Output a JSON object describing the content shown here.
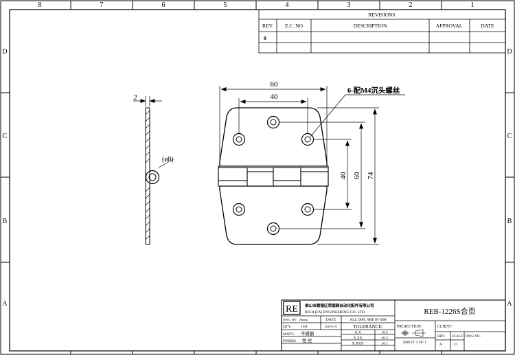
{
  "border": {
    "columns": [
      "8",
      "7",
      "6",
      "5",
      "4",
      "3",
      "2",
      "1"
    ],
    "rows": [
      "D",
      "C",
      "B",
      "A"
    ]
  },
  "revisions": {
    "title": "REVISIONS",
    "headers": {
      "rev": "REV.",
      "ec_no": "E.C. NO",
      "description": "DESCRIPTION",
      "approval": "APPROVAL",
      "date": "DATE"
    },
    "rows": [
      {
        "rev": "0"
      }
    ]
  },
  "drawing": {
    "dims": {
      "width_60": "60",
      "width_40": "40",
      "height_40": "40",
      "height_60": "60",
      "height_74": "74",
      "thickness": "2",
      "pin_dia": "(ø8)"
    },
    "screw_note": "6-配M4沉头螺丝"
  },
  "title_block": {
    "logo": "RE",
    "company_cn": "佛山市顺德区荣德雅自动化配件有限公司",
    "company_en": "RICH (FA) ENGINEERING CO. LTD.",
    "drawing_title": "REB-1226S合页",
    "dwg_by_label": "DWG. BY:",
    "dwg_by_value": "Zhang",
    "date_label": "DATE",
    "date_value": "2020-4-23",
    "dims_note": "ALL DIM. ARE IN MM",
    "qty_label": "QTY:",
    "qty_value": "1SA",
    "matl_label": "MAT'L:",
    "matl_value": "不锈钢",
    "finish_label": "FINISH:",
    "finish_value": "拉 丝",
    "tolerance_label": "TOLERANCE:",
    "tolerances": [
      {
        "k": "X.X",
        "v": "±0.5"
      },
      {
        "k": "X.XX",
        "v": "±0.2"
      },
      {
        "k": "X.XXX",
        "v": "±0.1"
      }
    ],
    "projection_label": "PROJECTION:",
    "sheet_label": "SHEET 1 OF 1",
    "client_label": "CLIENT:",
    "rev_label": "REV:",
    "rev_value": "A",
    "scale_label": "SCALE",
    "scale_value": "1:1",
    "dwg_no_label": "DWG NO.:"
  }
}
